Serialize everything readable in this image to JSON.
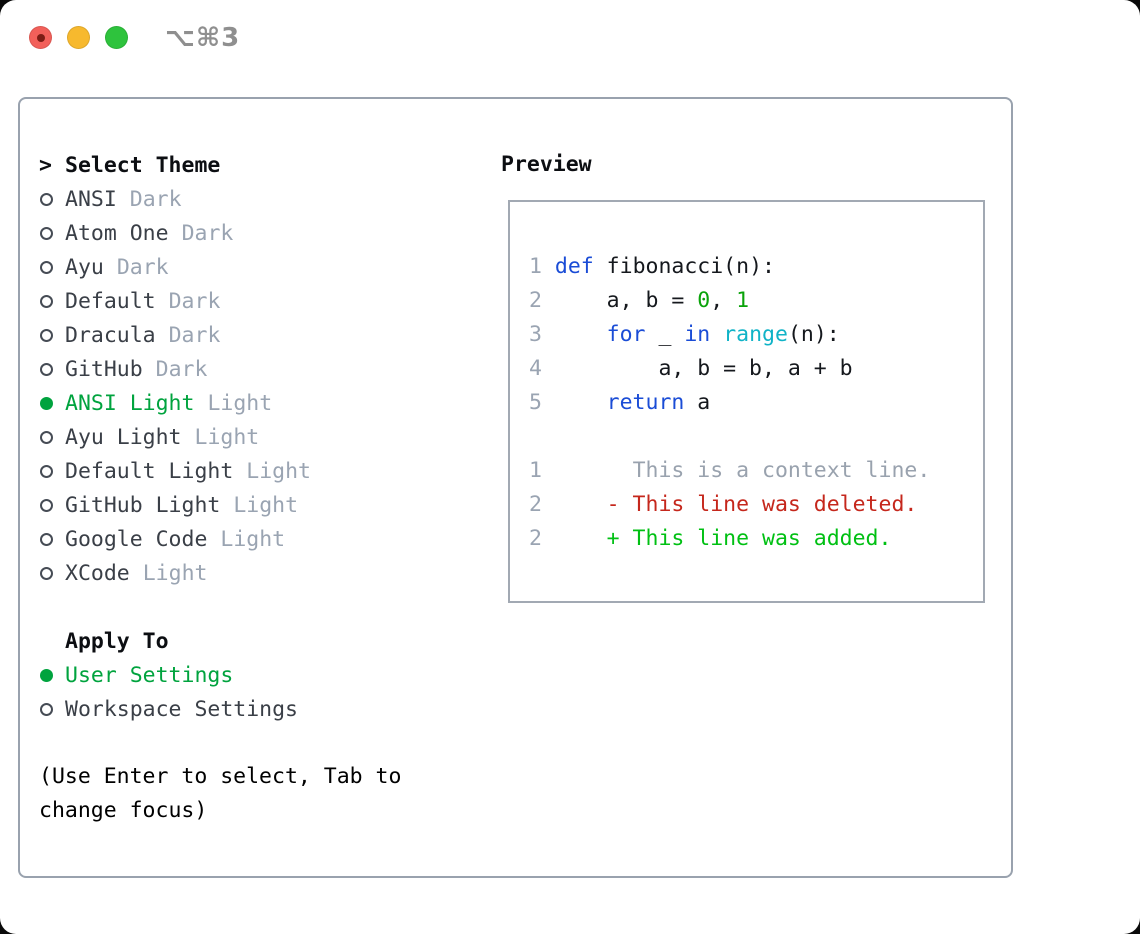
{
  "titlebar": {
    "shortcut": "⌥⌘3"
  },
  "palette": {
    "accent_green": "#00a33e",
    "muted": "#9aa4b2",
    "item_fg": "#3a3f47",
    "heading_fg": "#0c0e12",
    "code_fg": "#15181d",
    "keyword": "#1a4cd6",
    "builtin": "#10b3c7",
    "number": "#0aa30a",
    "deleted": "#c5271c",
    "added": "#00c013",
    "lineno": "#9aa4b2",
    "context": "#99a2ae",
    "traffic_red": "#f2605a",
    "traffic_red_dot": "#7d1d15",
    "traffic_yellow": "#f7b92e",
    "traffic_green": "#2ec33d"
  },
  "theme_selector": {
    "prompt": ">",
    "title": "Select Theme",
    "items": [
      {
        "name": "ANSI",
        "variant": "Dark",
        "selected": false
      },
      {
        "name": "Atom One",
        "variant": "Dark",
        "selected": false
      },
      {
        "name": "Ayu",
        "variant": "Dark",
        "selected": false
      },
      {
        "name": "Default",
        "variant": "Dark",
        "selected": false
      },
      {
        "name": "Dracula",
        "variant": "Dark",
        "selected": false
      },
      {
        "name": "GitHub",
        "variant": "Dark",
        "selected": false
      },
      {
        "name": "ANSI Light",
        "variant": "Light",
        "selected": true
      },
      {
        "name": "Ayu Light",
        "variant": "Light",
        "selected": false
      },
      {
        "name": "Default Light",
        "variant": "Light",
        "selected": false
      },
      {
        "name": "GitHub Light",
        "variant": "Light",
        "selected": false
      },
      {
        "name": "Google Code",
        "variant": "Light",
        "selected": false
      },
      {
        "name": "XCode",
        "variant": "Light",
        "selected": false
      }
    ]
  },
  "apply_to": {
    "title": "Apply To",
    "items": [
      {
        "label": "User Settings",
        "selected": true
      },
      {
        "label": "Workspace Settings",
        "selected": false
      }
    ]
  },
  "help": {
    "line1": "(Use Enter to select, Tab to",
    "line2": "change focus)"
  },
  "preview": {
    "title": "Preview",
    "code_lines": [
      [
        {
          "text": "1 ",
          "color": "lineno"
        },
        {
          "text": "def",
          "color": "keyword"
        },
        {
          "text": " fibonacci(n):",
          "color": "code_fg"
        }
      ],
      [
        {
          "text": "2     ",
          "color": "lineno"
        },
        {
          "text": "a, b = ",
          "color": "code_fg"
        },
        {
          "text": "0",
          "color": "number"
        },
        {
          "text": ", ",
          "color": "code_fg"
        },
        {
          "text": "1",
          "color": "number"
        }
      ],
      [
        {
          "text": "3     ",
          "color": "lineno"
        },
        {
          "text": "for",
          "color": "keyword"
        },
        {
          "text": " _ ",
          "color": "code_fg"
        },
        {
          "text": "in",
          "color": "keyword"
        },
        {
          "text": " ",
          "color": "code_fg"
        },
        {
          "text": "range",
          "color": "builtin"
        },
        {
          "text": "(n):",
          "color": "code_fg"
        }
      ],
      [
        {
          "text": "4         ",
          "color": "lineno"
        },
        {
          "text": "a, b = b, a + b",
          "color": "code_fg"
        }
      ],
      [
        {
          "text": "5     ",
          "color": "lineno"
        },
        {
          "text": "return",
          "color": "keyword"
        },
        {
          "text": " a",
          "color": "code_fg"
        }
      ],
      [],
      [
        {
          "text": "1       ",
          "color": "lineno"
        },
        {
          "text": "This is a context line.",
          "color": "context"
        }
      ],
      [
        {
          "text": "2     ",
          "color": "lineno"
        },
        {
          "text": "- This line was deleted.",
          "color": "deleted"
        }
      ],
      [
        {
          "text": "2     ",
          "color": "lineno"
        },
        {
          "text": "+ This line was added.",
          "color": "added"
        }
      ]
    ]
  }
}
